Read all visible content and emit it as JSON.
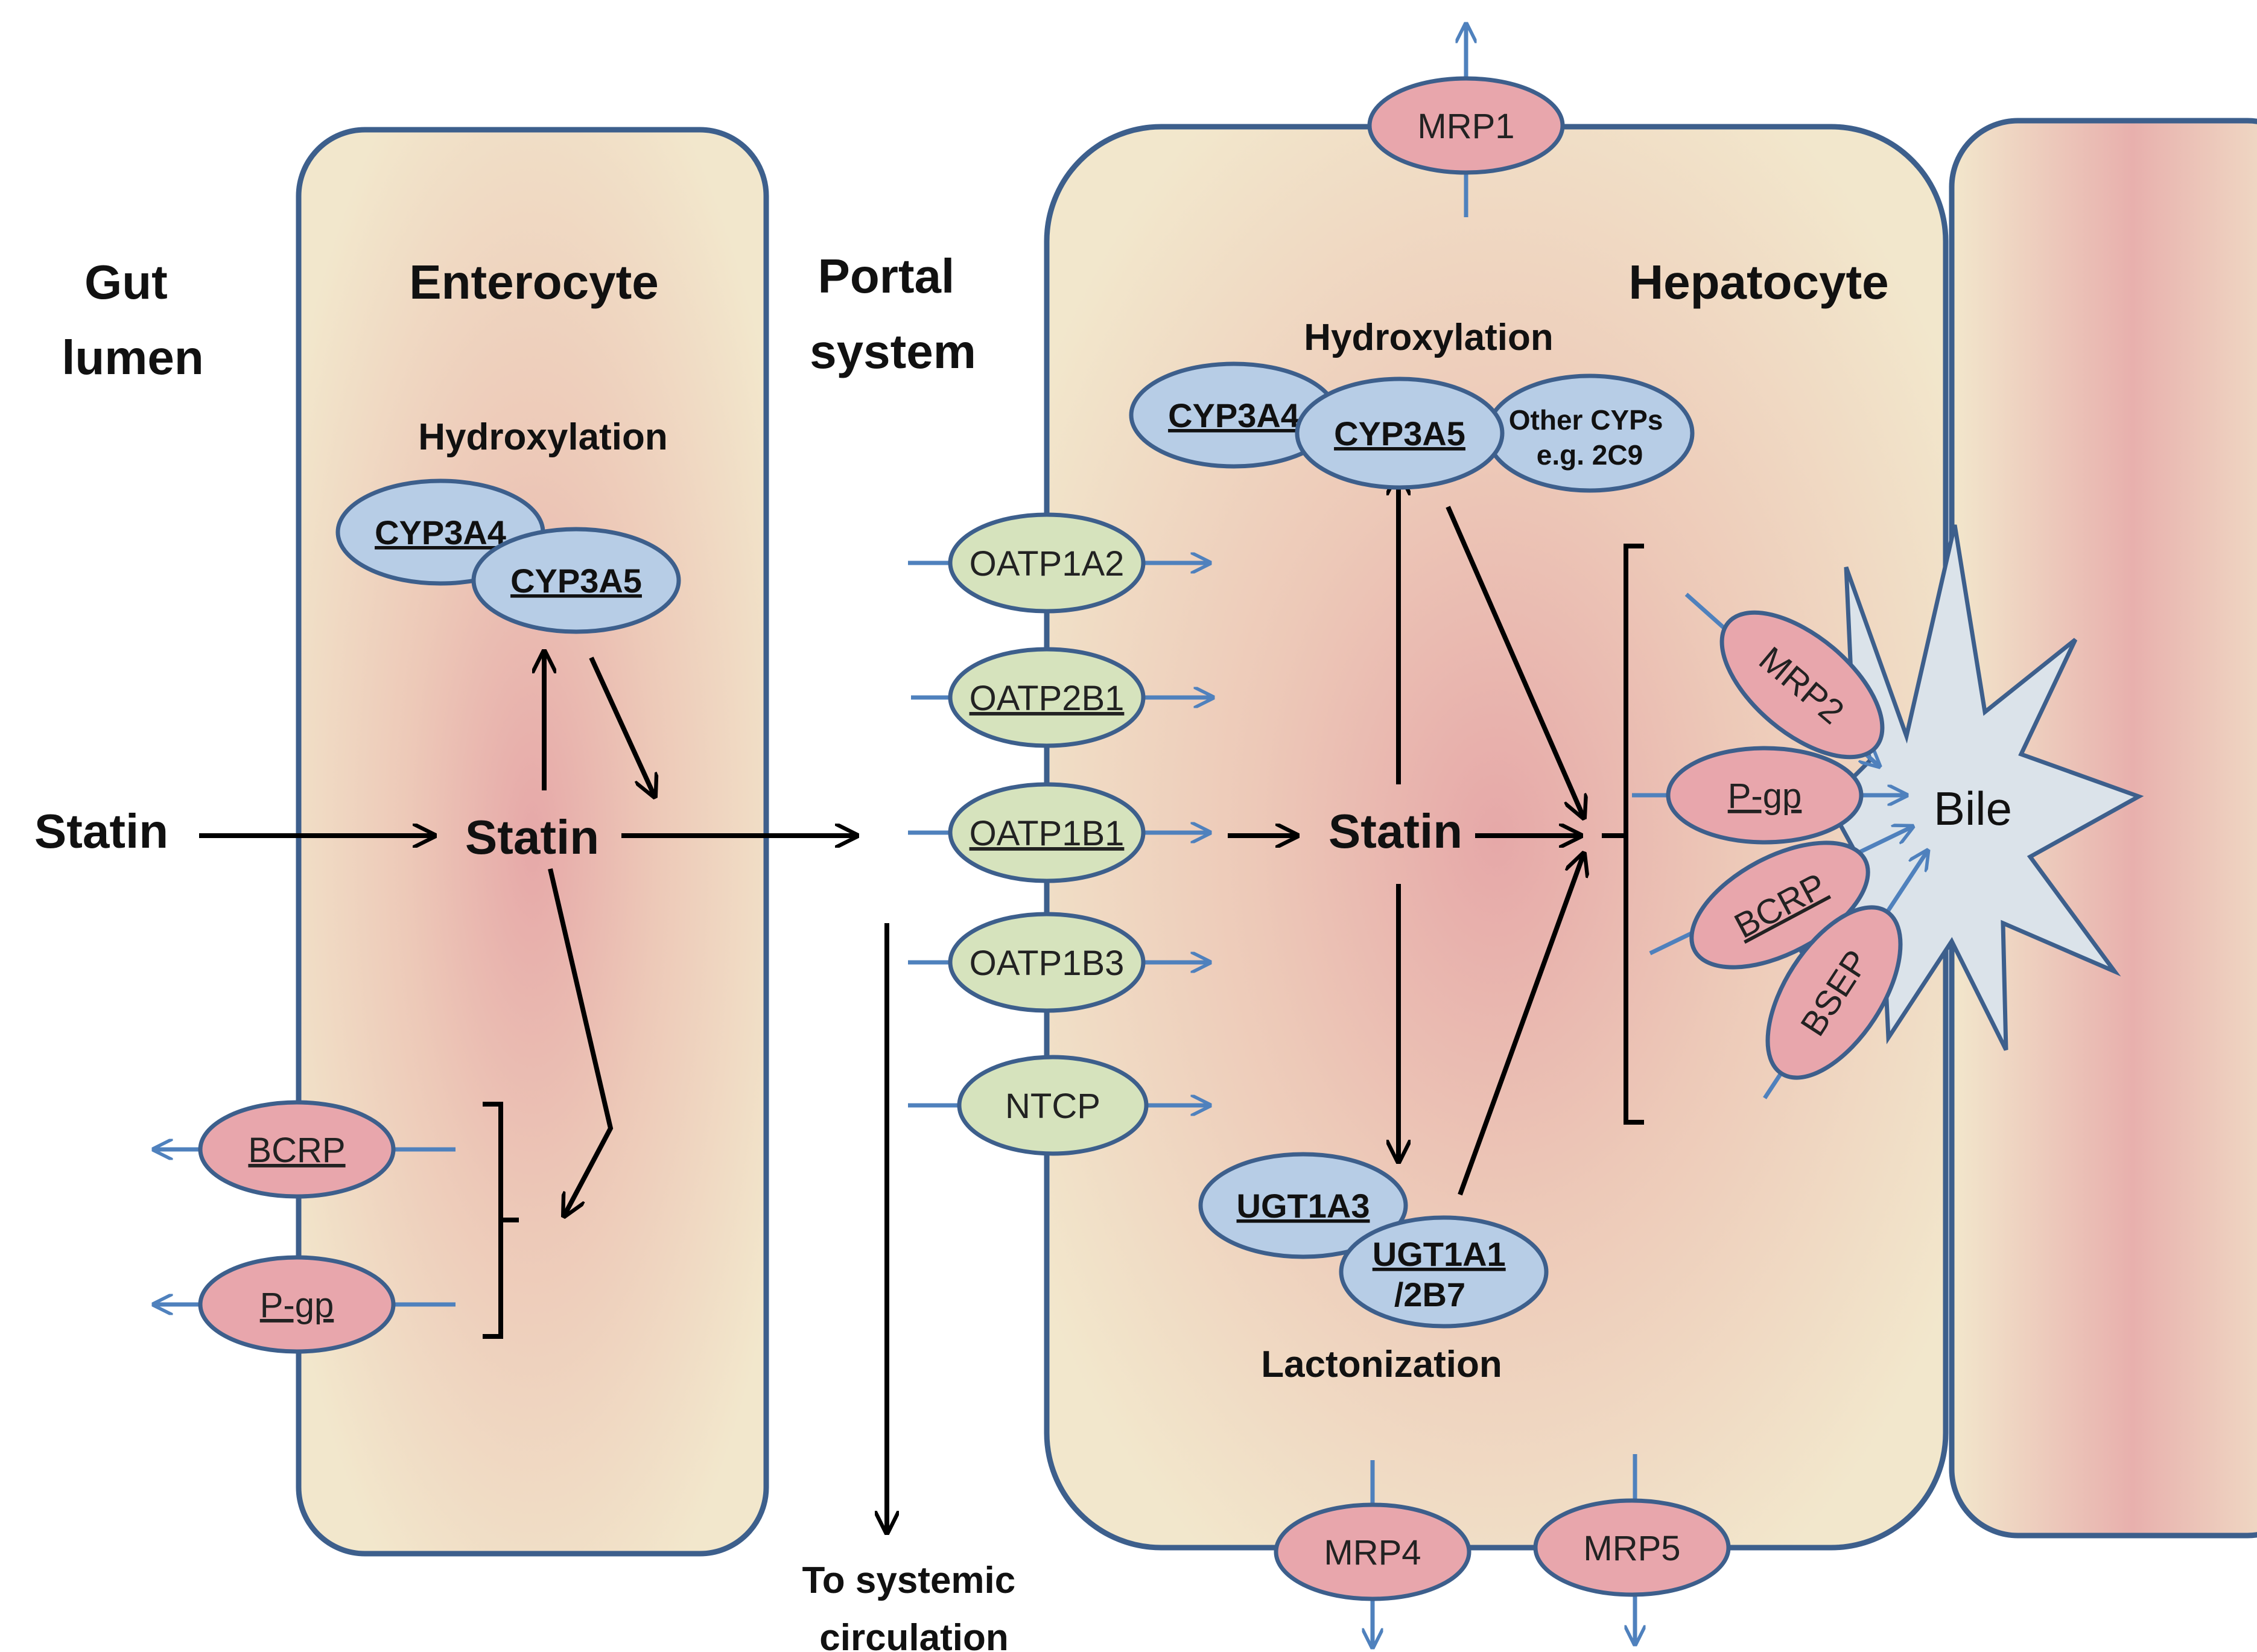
{
  "regions": {
    "gut_lumen": [
      "Gut",
      "lumen"
    ],
    "enterocyte": "Enterocyte",
    "portal_system": [
      "Portal",
      "system"
    ],
    "hepatocyte": "Hepatocyte",
    "to_systemic": [
      "To systemic",
      "circulation"
    ]
  },
  "statin": {
    "lumen": "Statin",
    "enterocyte": "Statin",
    "hepatocyte": "Statin"
  },
  "enterocyte_metabolism": {
    "process": "Hydroxylation",
    "enzymes": [
      "CYP3A4",
      "CYP3A5"
    ]
  },
  "enterocyte_efflux": [
    "BCRP",
    "P-gp"
  ],
  "uptake_transporters": [
    "OATP1A2",
    "OATP2B1",
    "OATP1B1",
    "OATP1B3",
    "NTCP"
  ],
  "hepatocyte_hydroxylation": {
    "process": "Hydroxylation",
    "enzymes": [
      "CYP3A4",
      "CYP3A5"
    ],
    "other": [
      "Other CYPs",
      "e.g. 2C9"
    ]
  },
  "hepatocyte_lactonization": {
    "process": "Lactonization",
    "enzymes": [
      "UGT1A3",
      "UGT1A1",
      "/2B7"
    ]
  },
  "canalicular_transporters": [
    "MRP2",
    "P-gp",
    "BCRP",
    "BSEP"
  ],
  "bile": "Bile",
  "basolateral_efflux": [
    "MRP1",
    "MRP4",
    "MRP5"
  ],
  "colors": {
    "cell_fill": "#f2e7cc",
    "cell_core": "#e6a8a8",
    "cell_border": "#3d5f8c",
    "enzyme": "#b7cde6",
    "uptake": "#d6e3bd",
    "efflux": "#e8a6ac",
    "arrow_metabolic": "#000000",
    "arrow_transport": "#4f81bd",
    "bile": "#dbe3ea"
  }
}
